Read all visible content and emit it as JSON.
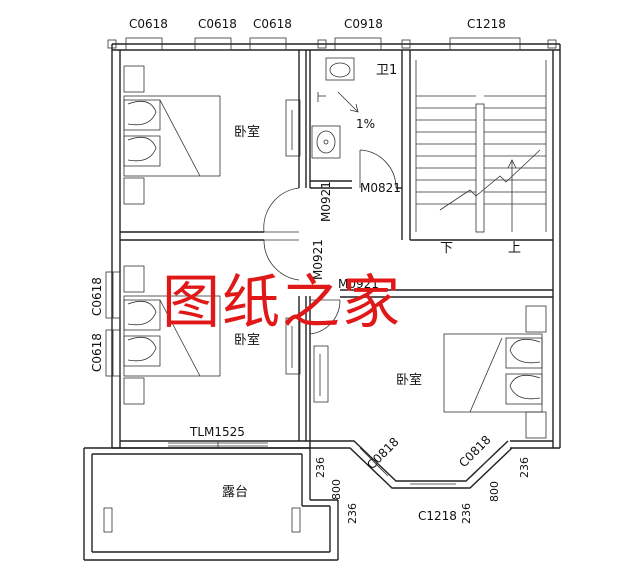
{
  "watermark": "图纸之家",
  "rooms": {
    "bedroom_top_left": "卧室",
    "bedroom_mid_left": "卧室",
    "bedroom_right": "卧室",
    "bathroom": "卫1",
    "balcony": "露台"
  },
  "stairs": {
    "down": "下",
    "up": "上"
  },
  "window_labels": {
    "top_1": "C0618",
    "top_2": "C0618",
    "top_3": "C0618",
    "top_4": "C0918",
    "top_5": "C1218",
    "left_1": "C0618",
    "left_2": "C0618",
    "bay_left": "C0818",
    "bay_right": "C0818",
    "bay_bottom": "C1218"
  },
  "door_labels": {
    "bath_door": "M0821",
    "corridor_door_a": "M0921",
    "corridor_door_b": "M0921",
    "corridor_door_c": "M0921",
    "balcony_door": "TLM1525"
  },
  "bathroom_slope": "1%",
  "bay_dimensions": {
    "left_a": "236",
    "left_b": "800",
    "left_c": "236",
    "right_a": "236",
    "right_b": "800",
    "right_c": "236"
  }
}
